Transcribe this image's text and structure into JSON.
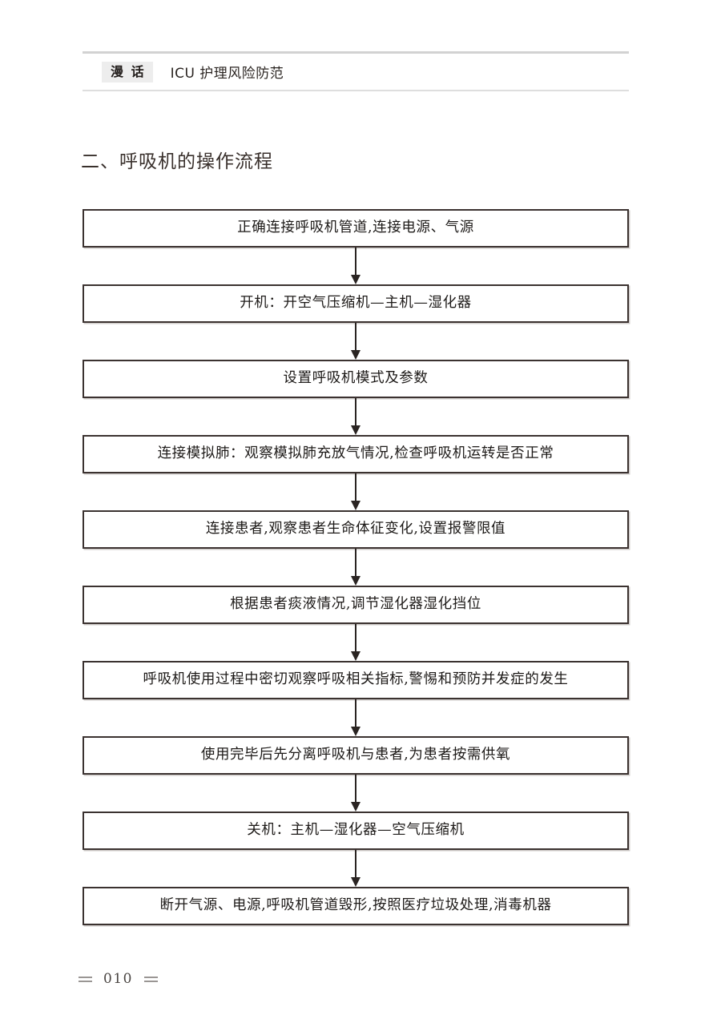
{
  "header": {
    "badge_label": "漫 话",
    "title": "ICU 护理风险防范"
  },
  "section": {
    "heading": "二、呼吸机的操作流程"
  },
  "flowchart": {
    "type": "flowchart",
    "orientation": "vertical",
    "connector": "down-arrow",
    "nodes": [
      {
        "index": 1,
        "text": "正确连接呼吸机管道,连接电源、气源"
      },
      {
        "index": 2,
        "text": "开机：开空气压缩机—主机—湿化器"
      },
      {
        "index": 3,
        "text": "设置呼吸机模式及参数"
      },
      {
        "index": 4,
        "text": "连接模拟肺：观察模拟肺充放气情况,检查呼吸机运转是否正常"
      },
      {
        "index": 5,
        "text": "连接患者,观察患者生命体征变化,设置报警限值"
      },
      {
        "index": 6,
        "text": "根据患者痰液情况,调节湿化器湿化挡位"
      },
      {
        "index": 7,
        "text": "呼吸机使用过程中密切观察呼吸相关指标,警惕和预防并发症的发生"
      },
      {
        "index": 8,
        "text": "使用完毕后先分离呼吸机与患者,为患者按需供氧"
      },
      {
        "index": 9,
        "text": "关机：主机—湿化器—空气压缩机"
      },
      {
        "index": 10,
        "text": "断开气源、电源,呼吸机管道毁形,按照医疗垃圾处理,消毒机器"
      }
    ]
  },
  "footer": {
    "page_number": "010"
  },
  "colors": {
    "node_border": "#3b3230",
    "node_text": "#1d1a18",
    "heading_text": "#39302c",
    "badge_background": "#ededed",
    "rule": "#d2d2d2",
    "footer_text": "#4a4542",
    "page_background": "#ffffff"
  }
}
